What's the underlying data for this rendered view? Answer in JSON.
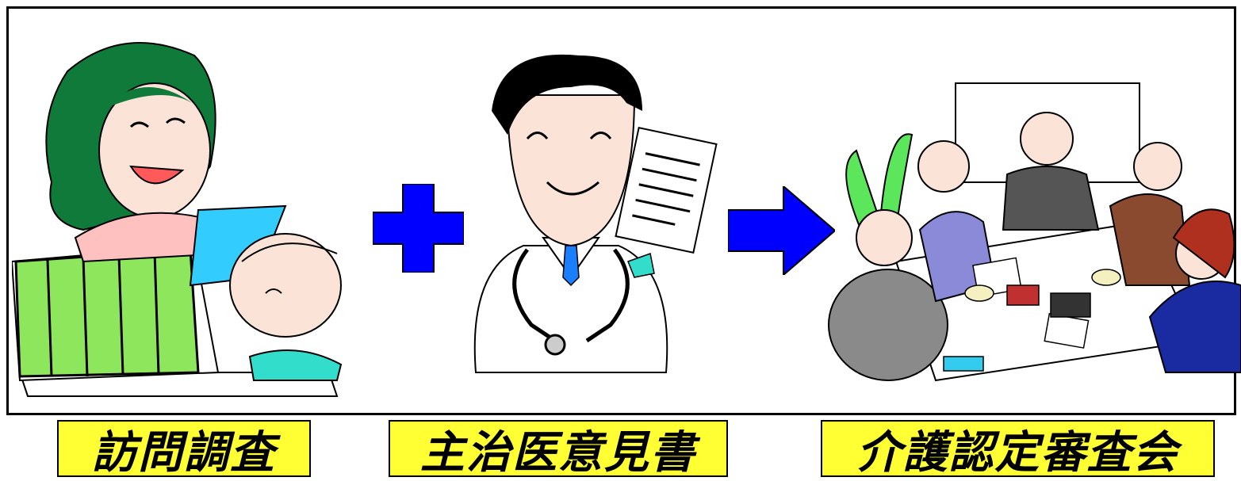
{
  "steps": [
    {
      "label": "訪問調査",
      "illustration": "home-visit-survey"
    },
    {
      "label": "主治医意見書",
      "illustration": "doctor-opinion-document"
    },
    {
      "label": "介護認定審査会",
      "illustration": "care-certification-committee-meeting"
    }
  ],
  "connectors": [
    {
      "type": "plus-icon",
      "color": "#0000ff"
    },
    {
      "type": "arrow-right-icon",
      "color": "#0000ff"
    }
  ],
  "colors": {
    "label_bg": "#ffff33",
    "connector": "#0000ff",
    "frame": "#000000"
  }
}
